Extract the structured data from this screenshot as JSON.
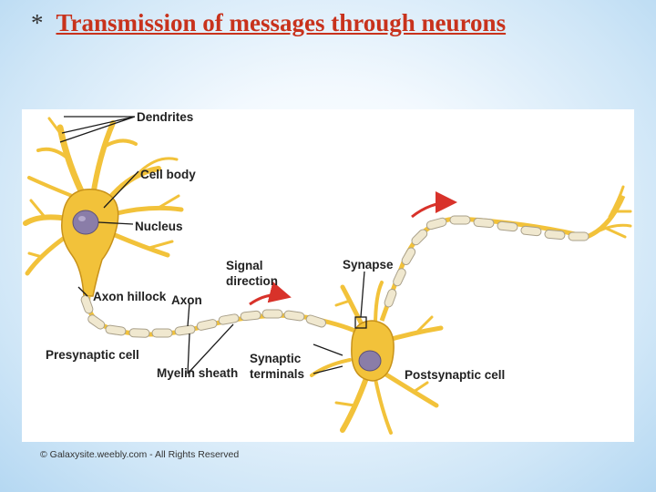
{
  "slide": {
    "bullet": "*",
    "title": "Transmission of messages through neurons"
  },
  "diagram": {
    "labels": {
      "dendrites": "Dendrites",
      "cell_body": "Cell body",
      "nucleus": "Nucleus",
      "signal_direction_line1": "Signal",
      "signal_direction_line2": "direction",
      "axon_hillock": "Axon hillock",
      "axon": "Axon",
      "synapse": "Synapse",
      "presynaptic_cell": "Presynaptic cell",
      "myelin_sheath": "Myelin sheath",
      "synaptic_terminals_line1": "Synaptic",
      "synaptic_terminals_line2": "terminals",
      "postsynaptic_cell": "Postsynaptic cell"
    },
    "colors": {
      "neuron_fill": "#f2c23a",
      "neuron_stroke": "#c8921a",
      "myelin_fill": "#f0e8cf",
      "myelin_stroke": "#a9a08a",
      "nucleus_fill": "#8a7da8",
      "arrow": "#d8322a"
    }
  },
  "footer": {
    "copyright": "© Galaxysite.weebly.com - All Rights Reserved"
  }
}
